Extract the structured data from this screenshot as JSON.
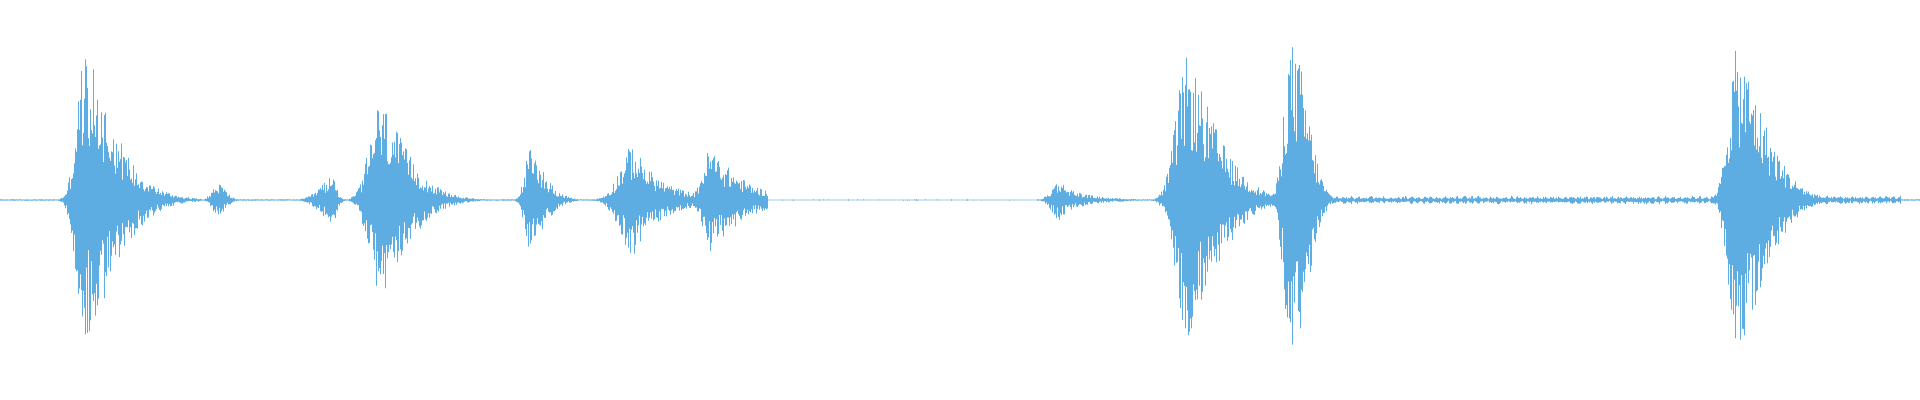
{
  "waveform": {
    "color": "#5dade2",
    "background": "#ffffff",
    "max_amplitude": 1.0,
    "baseline_amplitude": 0.005,
    "bursts": [
      {
        "center": 0.044,
        "peak_amp": 0.87,
        "attack": 0.006,
        "decay": 0.02,
        "sharpness": 1.4
      },
      {
        "center": 0.114,
        "peak_amp": 0.1,
        "attack": 0.005,
        "decay": 0.005,
        "sharpness": 1.6
      },
      {
        "center": 0.174,
        "peak_amp": 0.14,
        "attack": 0.01,
        "decay": 0.002,
        "sharpness": 1.2
      },
      {
        "center": 0.198,
        "peak_amp": 0.58,
        "attack": 0.008,
        "decay": 0.018,
        "sharpness": 1.4
      },
      {
        "center": 0.276,
        "peak_amp": 0.31,
        "attack": 0.004,
        "decay": 0.01,
        "sharpness": 1.5
      },
      {
        "center": 0.33,
        "peak_amp": 0.33,
        "attack": 0.01,
        "decay": 0.014,
        "sharpness": 0.9
      },
      {
        "center": 0.37,
        "peak_amp": 0.31,
        "attack": 0.006,
        "decay": 0.018,
        "sharpness": 1.1
      },
      {
        "center": 0.552,
        "peak_amp": 0.12,
        "attack": 0.006,
        "decay": 0.01,
        "sharpness": 0.8
      },
      {
        "center": 0.618,
        "peak_amp": 0.84,
        "attack": 0.008,
        "decay": 0.02,
        "sharpness": 1.4
      },
      {
        "center": 0.672,
        "peak_amp": 0.93,
        "attack": 0.005,
        "decay": 0.012,
        "sharpness": 2.2
      },
      {
        "center": 0.904,
        "peak_amp": 0.88,
        "attack": 0.006,
        "decay": 0.02,
        "sharpness": 1.6
      }
    ],
    "ripples": [
      {
        "start": 0.69,
        "end": 0.99,
        "amp": 0.025
      }
    ],
    "gaps": [
      {
        "start": 0.4,
        "end": 0.54
      }
    ]
  }
}
